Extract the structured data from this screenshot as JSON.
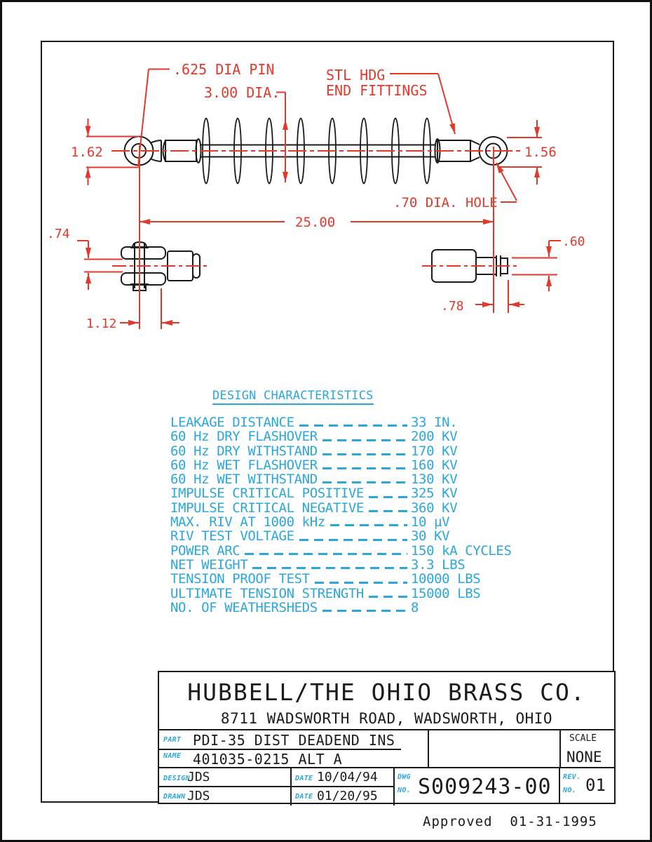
{
  "colors": {
    "dimension_red": "#e2392c",
    "annotation_cyan": "#2ba7de",
    "line_black": "#1b1b1b"
  },
  "drawing": {
    "labels": {
      "pin": ".625 DIA PIN",
      "shed_dia": "3.00 DIA.",
      "fittings_line1": "STL HDG",
      "fittings_line2": "END FITTINGS",
      "left_height": "1.62",
      "right_height": "1.56",
      "hole": ".70 DIA. HOLE",
      "overall_length": "25.00",
      "clevis_offset": ".74",
      "clevis_width": "1.12",
      "stud_offset": ".78",
      "stud_dia": ".60"
    }
  },
  "design_characteristics": {
    "title": "DESIGN CHARACTERISTICS",
    "rows": [
      {
        "label": "LEAKAGE DISTANCE",
        "value": "33 IN."
      },
      {
        "label": "60 Hz DRY FLASHOVER",
        "value": "200 KV"
      },
      {
        "label": "60 Hz DRY WITHSTAND",
        "value": "170 KV"
      },
      {
        "label": "60 Hz WET FLASHOVER",
        "value": "160 KV"
      },
      {
        "label": "60 Hz WET WITHSTAND",
        "value": "130 KV"
      },
      {
        "label": "IMPULSE CRITICAL POSITIVE",
        "value": "325 KV"
      },
      {
        "label": "IMPULSE CRITICAL NEGATIVE",
        "value": "360 KV"
      },
      {
        "label": "MAX. RIV AT 1000 kHz",
        "value": "10 µV"
      },
      {
        "label": "RIV TEST VOLTAGE",
        "value": "30 KV"
      },
      {
        "label": "POWER ARC",
        "value": "150 kA CYCLES"
      },
      {
        "label": "NET WEIGHT",
        "value": "3.3 LBS"
      },
      {
        "label": "TENSION PROOF TEST",
        "value": "10000 LBS"
      },
      {
        "label": "ULTIMATE TENSION STRENGTH",
        "value": "15000 LBS"
      },
      {
        "label": "NO. OF WEATHERSHEDS",
        "value": "8"
      }
    ]
  },
  "title_block": {
    "company": "HUBBELL/THE OHIO BRASS CO.",
    "address": "8711 WADSWORTH ROAD, WADSWORTH, OHIO",
    "part_label": "PART",
    "name_label": "NAME",
    "part_line1": "PDI-35 DIST DEADEND INS",
    "part_line2": "401035-0215 ALT A",
    "scale_label": "SCALE",
    "scale_value": "NONE",
    "design_label": "DESIGN",
    "design_value": "JDS",
    "design_date_label": "DATE",
    "design_date": "10/04/94",
    "drawn_label": "DRAWN",
    "drawn_value": "JDS",
    "drawn_date_label": "DATE",
    "drawn_date": "01/20/95",
    "dwg_label_line1": "DWG",
    "dwg_label_line2": "NO.",
    "dwg_number": "S009243-00",
    "rev_label_line1": "REV.",
    "rev_label_line2": "NO.",
    "rev_number": "01"
  },
  "footer": {
    "approved": "Approved  01-31-1995"
  }
}
